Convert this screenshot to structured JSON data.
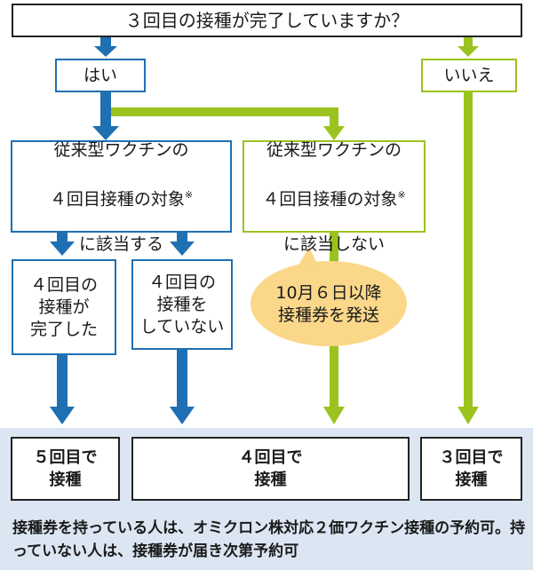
{
  "question": "３回目の接種が完了していますか？",
  "yes_label": "はい",
  "no_label": "いいえ",
  "eligible": {
    "line1": "従来型ワクチンの",
    "line2": "４回目接種の対象",
    "mark": "※",
    "line3": "に該当する"
  },
  "not_eligible": {
    "line1": "従来型ワクチンの",
    "line2": "４回目接種の対象",
    "mark": "※",
    "line3": "に該当しない"
  },
  "done_4th": "４回目の\n接種が\n完了した",
  "not_done_4th": "４回目の\n接種を\nしていない",
  "voucher_bubble": "10月６日以降\n接種券を発送",
  "result_5th": "５回目で\n接種",
  "result_4th": "４回目で\n接種",
  "result_3rd": "３回目で\n接種",
  "footnote": "接種券を持っている人は、オミクロン株対応２価ワクチン接種の予約可。持っていない人は、接種券が届き次第予約可",
  "colors": {
    "blue": "#1f6fb3",
    "green": "#9bc31f",
    "bubble": "#fbd78a",
    "panel": "#dce6f3"
  }
}
